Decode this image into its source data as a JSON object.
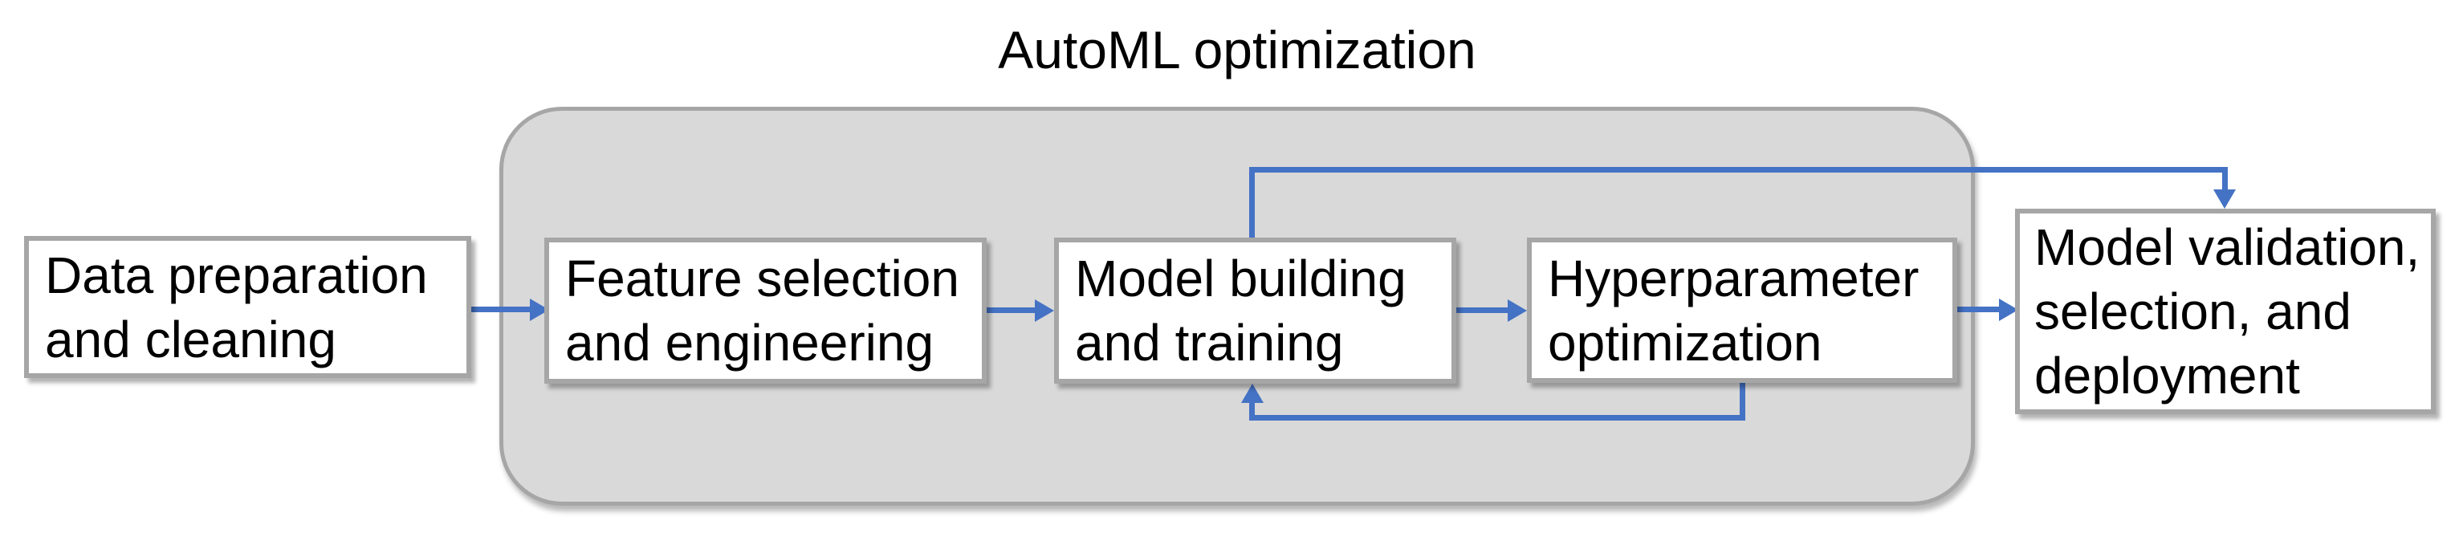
{
  "title": "AutoML optimization",
  "nodes": [
    {
      "id": "data-preparation",
      "lines": [
        "Data preparation",
        "and cleaning"
      ]
    },
    {
      "id": "feature-selection",
      "lines": [
        "Feature selection",
        "and engineering"
      ]
    },
    {
      "id": "model-building",
      "lines": [
        "Model building",
        "and training"
      ]
    },
    {
      "id": "hyperparameter",
      "lines": [
        "Hyperparameter",
        "optimization"
      ]
    },
    {
      "id": "model-validation",
      "lines": [
        "Model validation,",
        "selection, and",
        "deployment"
      ]
    }
  ],
  "edges": [
    {
      "from": "data-preparation",
      "to": "feature-selection",
      "route": "direct"
    },
    {
      "from": "feature-selection",
      "to": "model-building",
      "route": "direct"
    },
    {
      "from": "model-building",
      "to": "hyperparameter",
      "route": "direct"
    },
    {
      "from": "hyperparameter",
      "to": "model-validation",
      "route": "direct"
    },
    {
      "from": "model-building",
      "to": "model-validation",
      "route": "top-loop"
    },
    {
      "from": "hyperparameter",
      "to": "model-building",
      "route": "bottom-feedback"
    }
  ],
  "colors": {
    "arrow": "#4472C4",
    "group_fill": "#D9D9D9",
    "border_gray": "#A6A6A6",
    "node_fill": "#FFFFFF",
    "text": "#000000",
    "background": "#FFFFFF"
  }
}
